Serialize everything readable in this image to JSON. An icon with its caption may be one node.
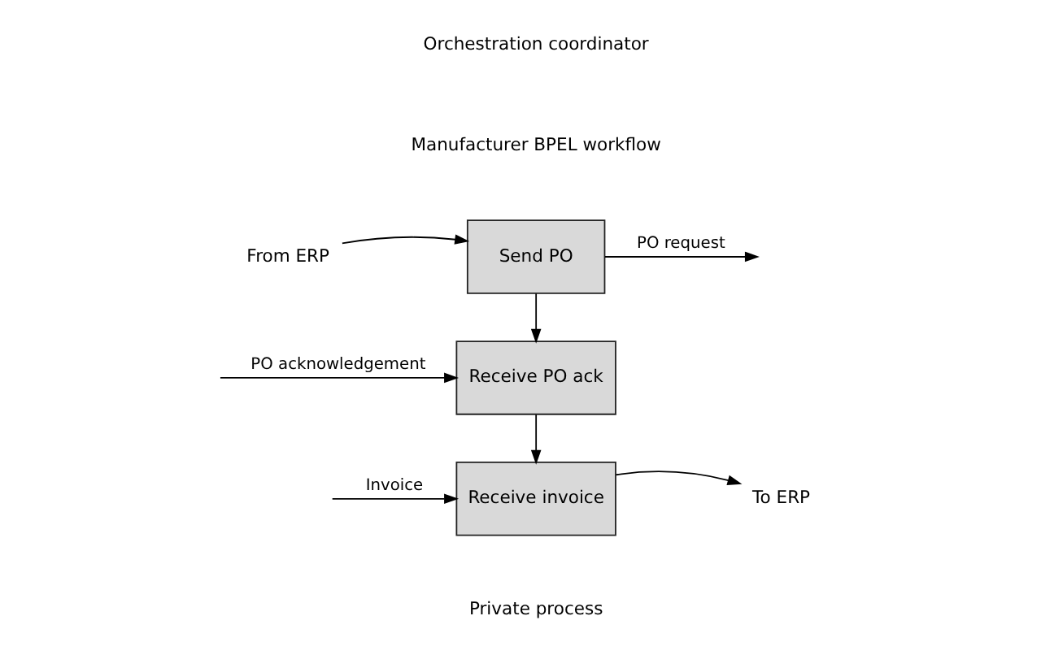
{
  "diagram": {
    "nodes": [
      {
        "text": [
          "From ERP"
        ]
      },
      {
        "text": [
          "Send PO"
        ]
      },
      {
        "text": [
          "Receive PO ack"
        ]
      },
      {
        "text": [
          "Receive invoice"
        ]
      },
      {
        "text": [
          "To ERP"
        ]
      }
    ],
    "edges": [
      {
        "from": 0,
        "to": 1,
        "arrow": "to"
      },
      {
        "from": 1,
        "to": null,
        "arrow": "to",
        "label": "PO request"
      },
      {
        "from": 1,
        "to": 2,
        "arrow": "to"
      },
      {
        "from": null,
        "to": 2,
        "arrow": "to",
        "label": "PO acknowledgement"
      },
      {
        "from": 2,
        "to": 3,
        "arrow": "to"
      },
      {
        "from": null,
        "to": 3,
        "arrow": "to",
        "label": "Invoice"
      },
      {
        "from": 3,
        "to": 4,
        "arrow": "to"
      }
    ],
    "labels": [
      "Orchestration coordinator",
      "Manufacturer BPEL workflow",
      "Private process"
    ]
  }
}
